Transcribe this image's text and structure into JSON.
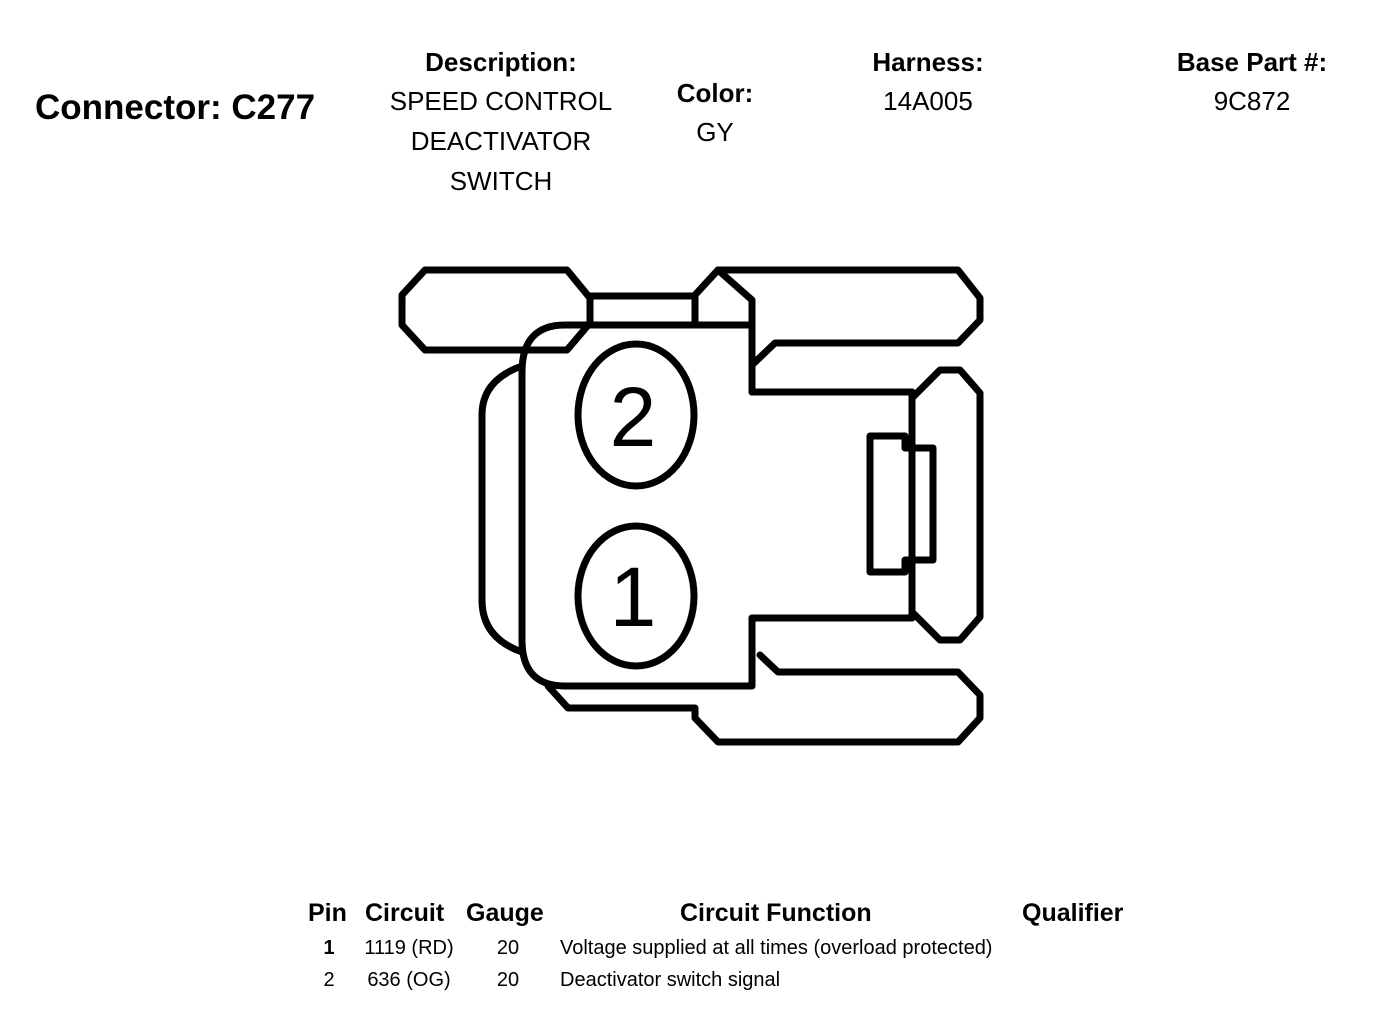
{
  "connector": {
    "title": "Connector: C277"
  },
  "description": {
    "label": "Description:",
    "lines": [
      "SPEED CONTROL",
      "DEACTIVATOR",
      "SWITCH"
    ]
  },
  "color": {
    "label": "Color:",
    "value": "GY"
  },
  "harness": {
    "label": "Harness:",
    "value": "14A005"
  },
  "base_part": {
    "label": "Base Part #:",
    "value": "9C872"
  },
  "diagram": {
    "pin_labels": [
      "2",
      "1"
    ]
  },
  "table": {
    "headers": {
      "pin": "Pin",
      "circuit": "Circuit",
      "gauge": "Gauge",
      "function": "Circuit Function",
      "qualifier": "Qualifier"
    },
    "rows": [
      {
        "pin": "1",
        "circuit": "1119 (RD)",
        "gauge": "20",
        "function": "Voltage supplied at all times (overload protected)",
        "qualifier": ""
      },
      {
        "pin": "2",
        "circuit": "636 (OG)",
        "gauge": "20",
        "function": "Deactivator switch signal",
        "qualifier": ""
      }
    ]
  }
}
